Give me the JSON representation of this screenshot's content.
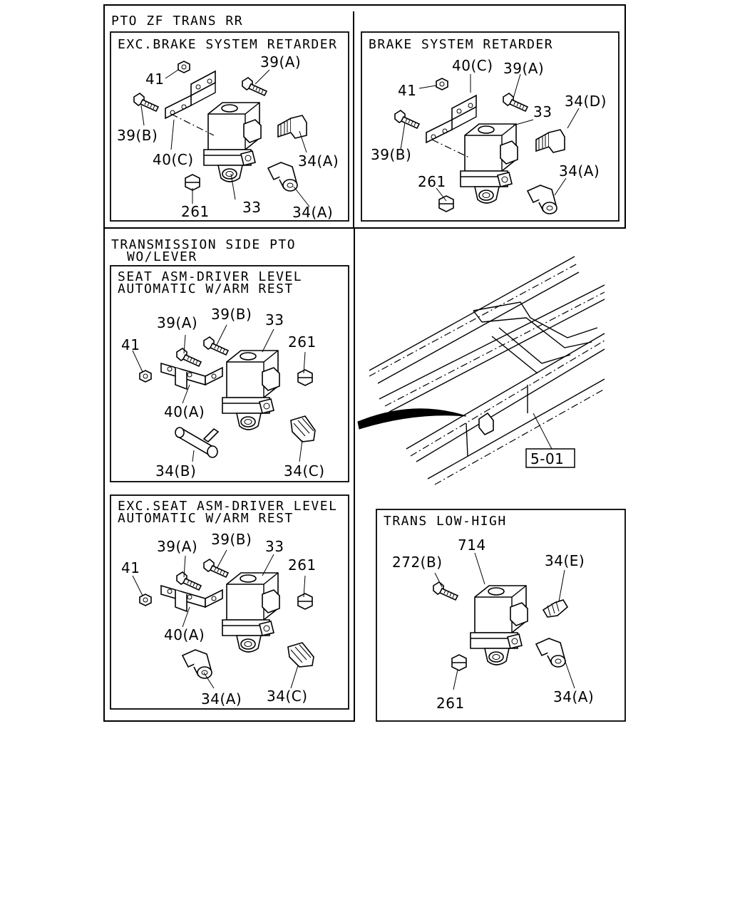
{
  "sections": {
    "pto_zf": {
      "title": "PTO ZF TRANS RR"
    },
    "transmission_side": {
      "title_line1": "TRANSMISSION SIDE PTO",
      "title_line2": "WO/LEVER"
    }
  },
  "panels": {
    "exc_brake": {
      "title": "EXC.BRAKE SYSTEM RETARDER",
      "labels": {
        "p41": "41",
        "p39a": "39(A)",
        "p39b": "39(B)",
        "p40c": "40(C)",
        "p34a_1": "34(A)",
        "p34a_2": "34(A)",
        "p261": "261",
        "p33": "33"
      }
    },
    "brake": {
      "title": "BRAKE SYSTEM RETARDER",
      "labels": {
        "p40c": "40(C)",
        "p39a": "39(A)",
        "p41": "41",
        "p33": "33",
        "p34d": "34(D)",
        "p39b": "39(B)",
        "p261": "261",
        "p34a": "34(A)"
      }
    },
    "seat_level": {
      "title_line1": "SEAT ASM-DRIVER LEVEL",
      "title_line2": "AUTOMATIC W/ARM REST",
      "labels": {
        "p39a": "39(A)",
        "p39b": "39(B)",
        "p33": "33",
        "p41": "41",
        "p261": "261",
        "p40a": "40(A)",
        "p34b": "34(B)",
        "p34c": "34(C)"
      }
    },
    "exc_seat_level": {
      "title_line1": "EXC.SEAT ASM-DRIVER LEVEL",
      "title_line2": "AUTOMATIC W/ARM REST",
      "labels": {
        "p39a": "39(A)",
        "p39b": "39(B)",
        "p33": "33",
        "p41": "41",
        "p261": "261",
        "p40a": "40(A)",
        "p34a": "34(A)",
        "p34c": "34(C)"
      }
    },
    "trans_low_high": {
      "title": "TRANS LOW-HIGH",
      "labels": {
        "p714": "714",
        "p272b": "272(B)",
        "p34e": "34(E)",
        "p261": "261",
        "p34a": "34(A)"
      }
    },
    "frame_view": {
      "ref_label": "5-01"
    }
  }
}
